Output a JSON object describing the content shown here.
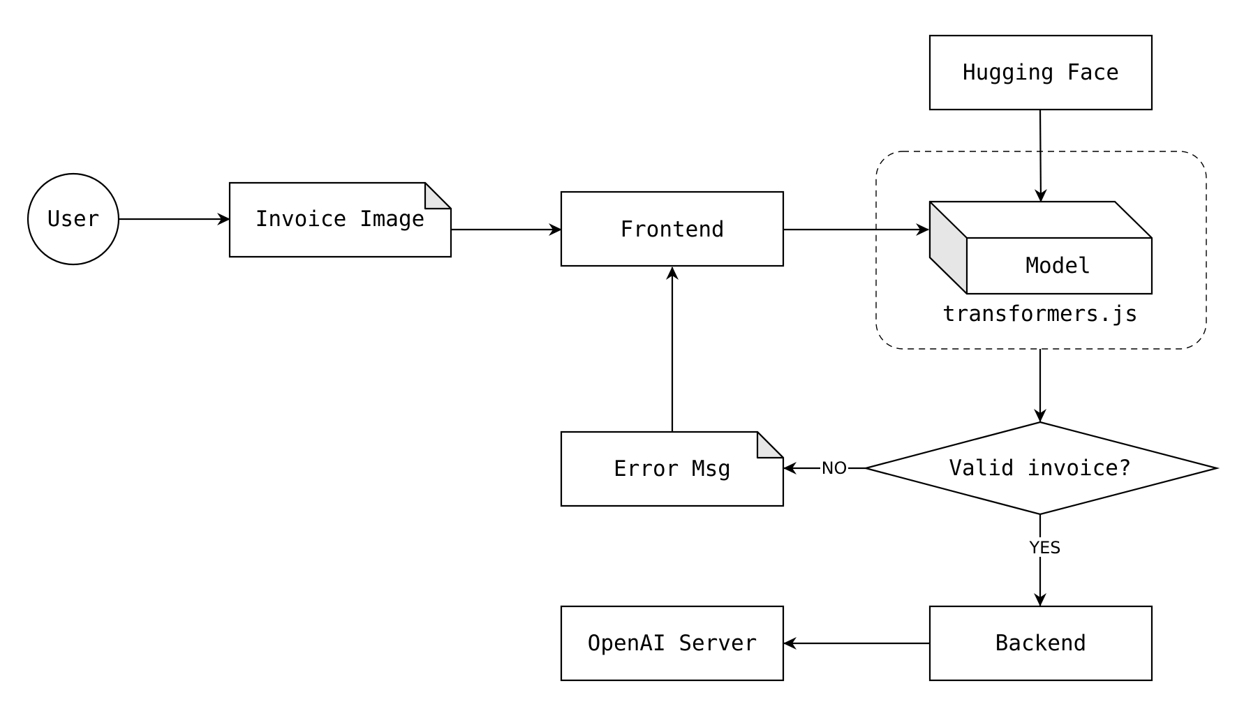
{
  "nodes": {
    "user": {
      "label": "User"
    },
    "invoice_image": {
      "label": "Invoice Image"
    },
    "frontend": {
      "label": "Frontend"
    },
    "hugging_face": {
      "label": "Hugging Face"
    },
    "model": {
      "label": "Model"
    },
    "transformers_group": {
      "label": "transformers.js"
    },
    "valid_invoice": {
      "label": "Valid invoice?"
    },
    "error_msg": {
      "label": "Error Msg"
    },
    "backend": {
      "label": "Backend"
    },
    "openai_server": {
      "label": "OpenAI Server"
    }
  },
  "edges": {
    "no": {
      "label": "NO"
    },
    "yes": {
      "label": "YES"
    }
  },
  "colors": {
    "stroke": "#000000",
    "fill": "#ffffff",
    "shade": "#e6e6e6"
  }
}
